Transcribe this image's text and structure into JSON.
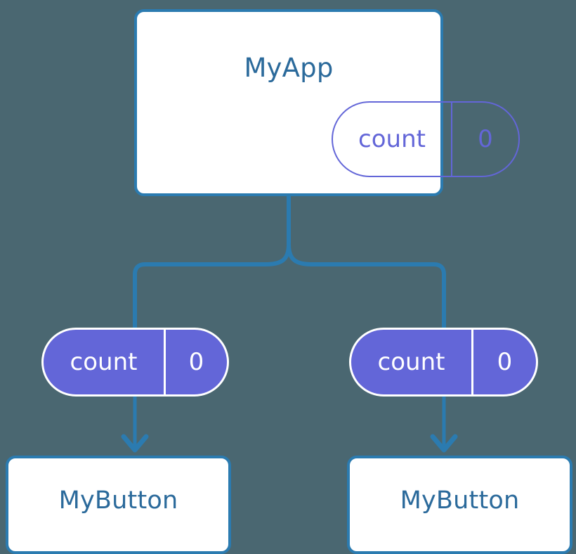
{
  "diagram": {
    "type": "component-state-tree",
    "background_color": "#4a6771",
    "colors": {
      "edge": "#2b7bb0",
      "card_border": "#2b7bb0",
      "card_fill": "#ffffff",
      "card_label": "#2b6a9b",
      "state_accent": "#6366d8",
      "state_filled_text": "#ffffff"
    }
  },
  "root": {
    "title": "MyApp",
    "state": {
      "key": "count",
      "value": "0"
    }
  },
  "children": [
    {
      "state": {
        "key": "count",
        "value": "0"
      },
      "title": "MyButton"
    },
    {
      "state": {
        "key": "count",
        "value": "0"
      },
      "title": "MyButton"
    }
  ],
  "edges": {
    "trunk_label": "root-to-branch-connector",
    "arrow_left_label": "state-to-button-arrow-left",
    "arrow_right_label": "state-to-button-arrow-right"
  }
}
